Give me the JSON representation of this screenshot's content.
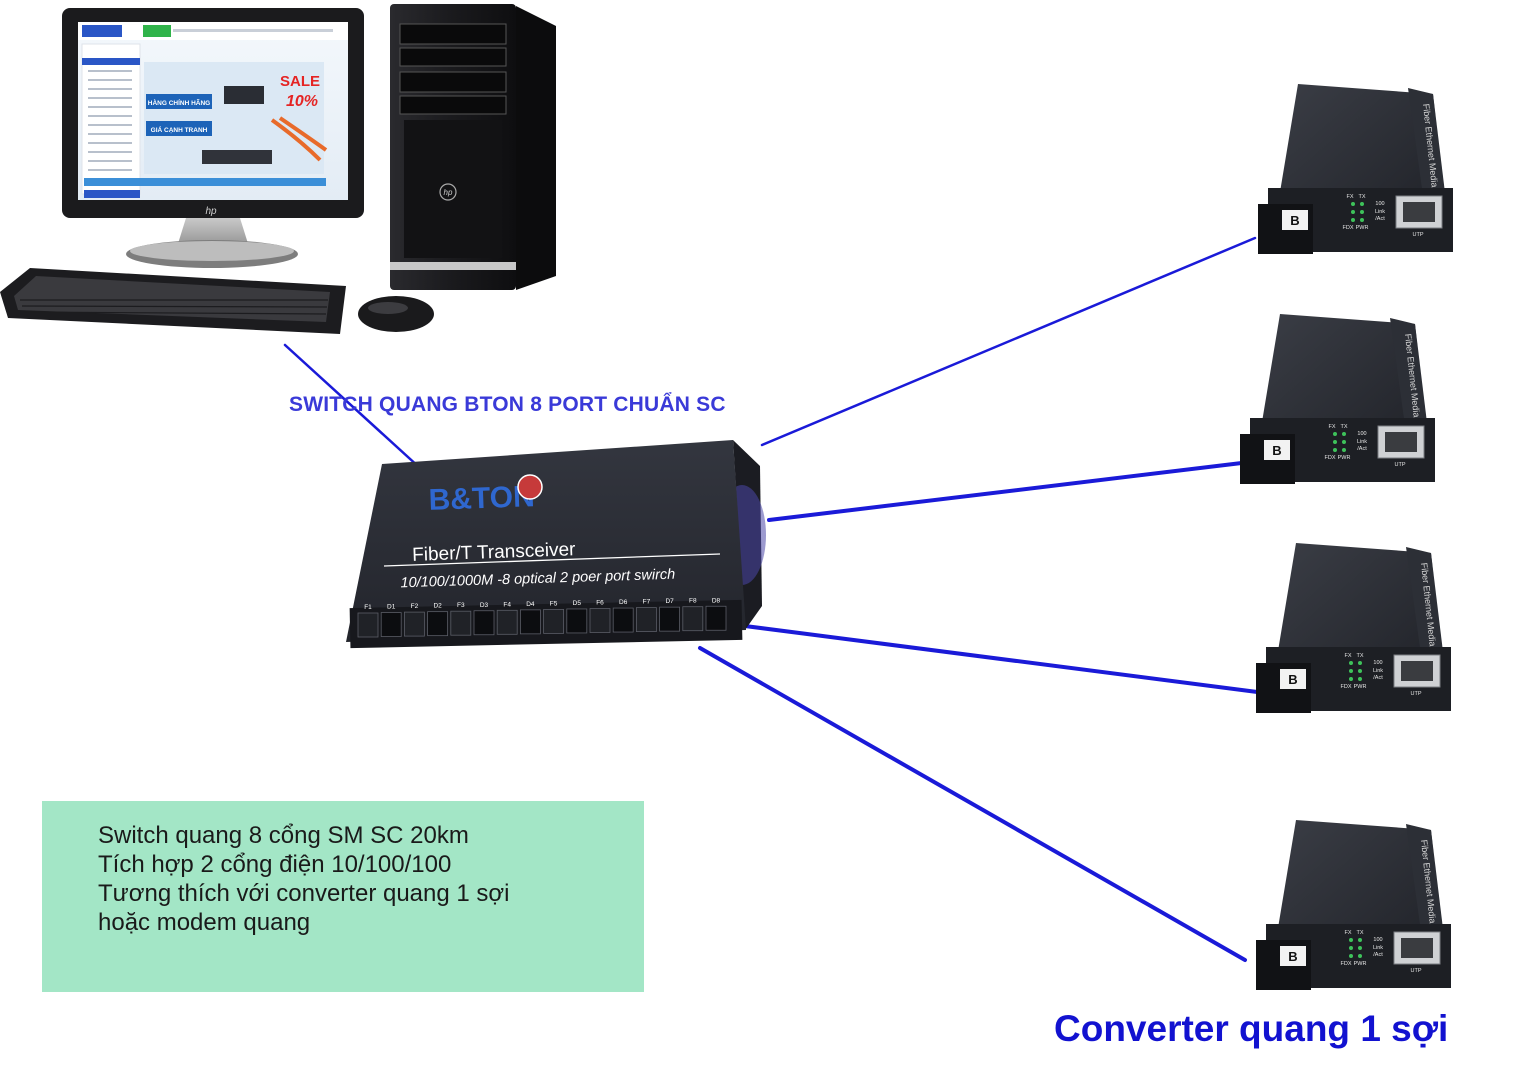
{
  "diagram": {
    "switch_title": "SWITCH QUANG BTON 8 PORT  CHUẨN SC",
    "switch_device": {
      "brand": "B&TON",
      "model_line": "Fiber/T Transceiver",
      "spec_line": "10/100/1000M -8 optical 2 poer port swirch",
      "port_labels": [
        "F1",
        "D1",
        "F2",
        "D2",
        "F3",
        "D3",
        "F4",
        "D4",
        "F5",
        "D5",
        "F6",
        "D6",
        "F7",
        "D7",
        "F8",
        "D8"
      ]
    },
    "computer": {
      "monitor_brand": "hp",
      "site_banner": [
        "HÀNG CHÍNH HÃNG",
        "GIÁ CẠNH TRANH"
      ],
      "sale_badge": [
        "SALE",
        "10%"
      ],
      "tower_brand": "hp"
    },
    "converter": {
      "side_label": "Fiber Ethernet Media Converter",
      "module_label": "B",
      "led_labels": [
        "FX",
        "TX",
        "100",
        "Link",
        "/Act",
        "FDX",
        "PWR"
      ],
      "port_label": "UTP"
    },
    "info_box": {
      "lines": [
        "Switch quang 8 cổng SM SC 20km",
        "Tích hợp 2 cổng điện 10/100/100",
        "Tương thích với converter quang 1 sợi",
        "hoặc modem quang"
      ]
    },
    "converter_caption": "Converter quang 1 sợi",
    "colors": {
      "fiber_line": "#1a1ad8",
      "title_blue": "#3a3ad8",
      "caption_blue": "#1212d0",
      "info_box_bg": "#a3e6c6",
      "device_body": "#2b2e36"
    }
  }
}
